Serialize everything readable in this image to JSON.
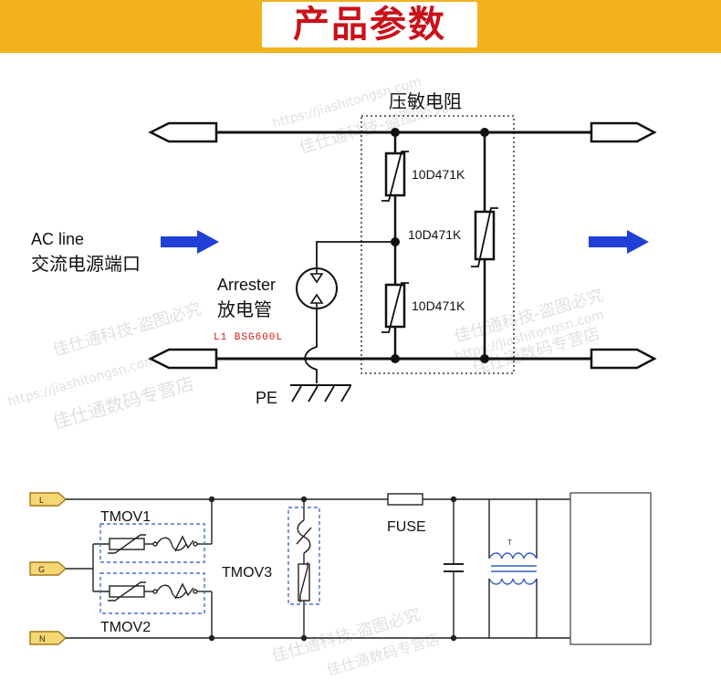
{
  "header": {
    "title": "产品参数"
  },
  "top_diagram": {
    "dotted_box_label": "压敏电阻",
    "varistor_upper": "10D471K",
    "varistor_middle": "10D471K",
    "varistor_lower": "10D471K",
    "input_label_en": "AC line",
    "input_label_cn": "交流电源端口",
    "arrester_label_en": "Arrester",
    "arrester_label_cn": "放电管",
    "arrester_part": "L1  BSG600L",
    "ground_label": "PE"
  },
  "bottom_diagram": {
    "terminal_l": "L",
    "terminal_g": "G",
    "terminal_n": "N",
    "tmov1": "TMOV1",
    "tmov2": "TMOV2",
    "tmov3": "TMOV3",
    "fuse": "FUSE",
    "transformer": "T"
  },
  "colors": {
    "header_band": "#f2b21c",
    "header_title": "#c9121a",
    "arrow_blue": "#1f3fd6",
    "terminal_fill": "#f7d774",
    "dashed_group": "#4a6fd0",
    "wire": "#111111"
  },
  "watermarks": [
    "佳仕通科技-盗图必究",
    "https://jiashitongsn.com",
    "佳仕通数码专营店"
  ]
}
